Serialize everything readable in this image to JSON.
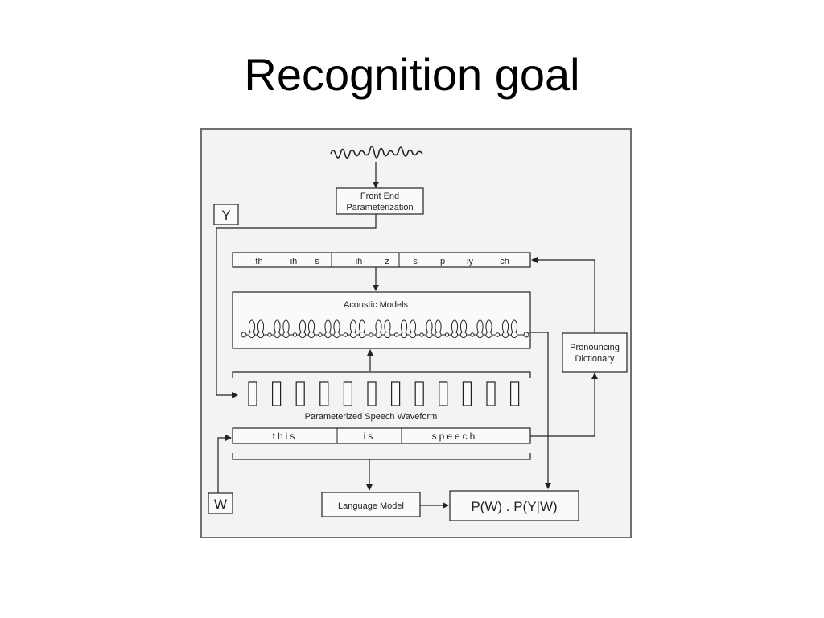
{
  "title": "Recognition goal",
  "diagram": {
    "front_end": [
      "Front End",
      "Parameterization"
    ],
    "y_label": "Y",
    "w_label": "W",
    "phonemes": [
      "th",
      "ih",
      "s",
      "ih",
      "z",
      "s",
      "p",
      "iy",
      "ch"
    ],
    "acoustic_models_label": "Acoustic Models",
    "waveform_label": "Parameterized Speech Waveform",
    "words": [
      "this",
      "is",
      "speech"
    ],
    "pronouncing_dictionary": [
      "Pronouncing",
      "Dictionary"
    ],
    "language_model_label": "Language Model",
    "probability_formula": "P(W) . P(Y|W)"
  },
  "colors": {
    "ink": "#222222",
    "paper": "#f3f3f1",
    "frame": "#6f6f6f"
  }
}
